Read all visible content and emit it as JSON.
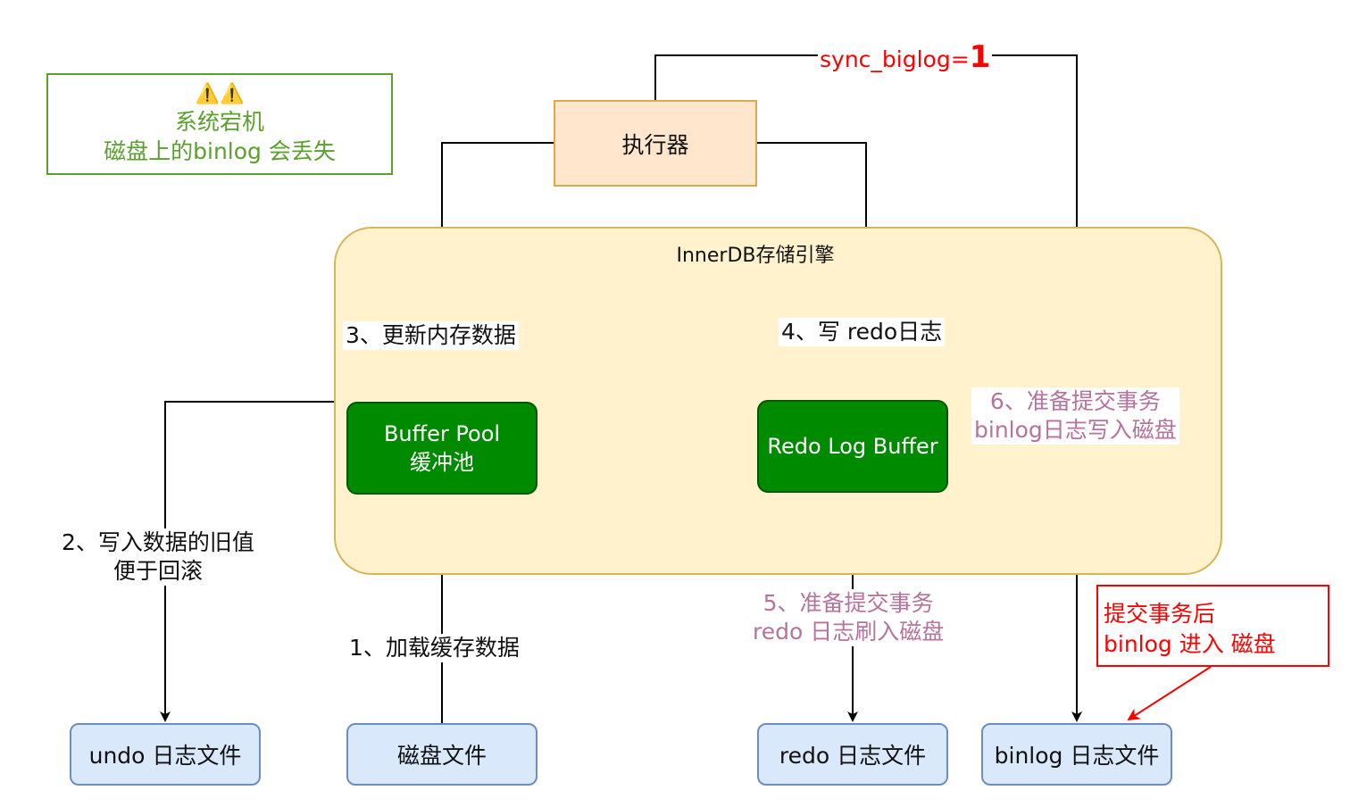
{
  "warning": {
    "icons": "⚠️⚠️",
    "line1": "系统宕机",
    "line2": "磁盘上的binlog 会丢失"
  },
  "executor": {
    "label": "执行器"
  },
  "engine": {
    "title": "InnerDB存储引擎"
  },
  "buffer_pool": {
    "line1": "Buffer Pool",
    "line2": "缓冲池"
  },
  "redo_log_buffer": {
    "label": "Redo Log Buffer"
  },
  "files": {
    "undo": "undo 日志文件",
    "disk": "磁盘文件",
    "redo": "redo 日志文件",
    "binlog": "binlog 日志文件"
  },
  "steps": {
    "s1": "1、加载缓存数据",
    "s2_line1": "2、写入数据的旧值",
    "s2_line2": "便于回滚",
    "s3": "3、更新内存数据",
    "s4": "4、写 redo日志",
    "s5_line1": "5、准备提交事务",
    "s5_line2": "redo 日志刷入磁盘",
    "s6_line1": "6、准备提交事务",
    "s6_line2": "binlog日志写入磁盘"
  },
  "sync": {
    "text": "sync_biglog=",
    "value": "1"
  },
  "note": {
    "line1": "提交事务后",
    "line2": "binlog 进入 磁盘"
  },
  "colors": {
    "warning_green": "#5aa02c",
    "executor_fill": "#ffe6cc",
    "engine_fill": "#fff2cc",
    "buffer_green": "#008a00",
    "file_fill": "#dae8fc",
    "purple_text": "#b5739d",
    "red": "#ff0000"
  }
}
